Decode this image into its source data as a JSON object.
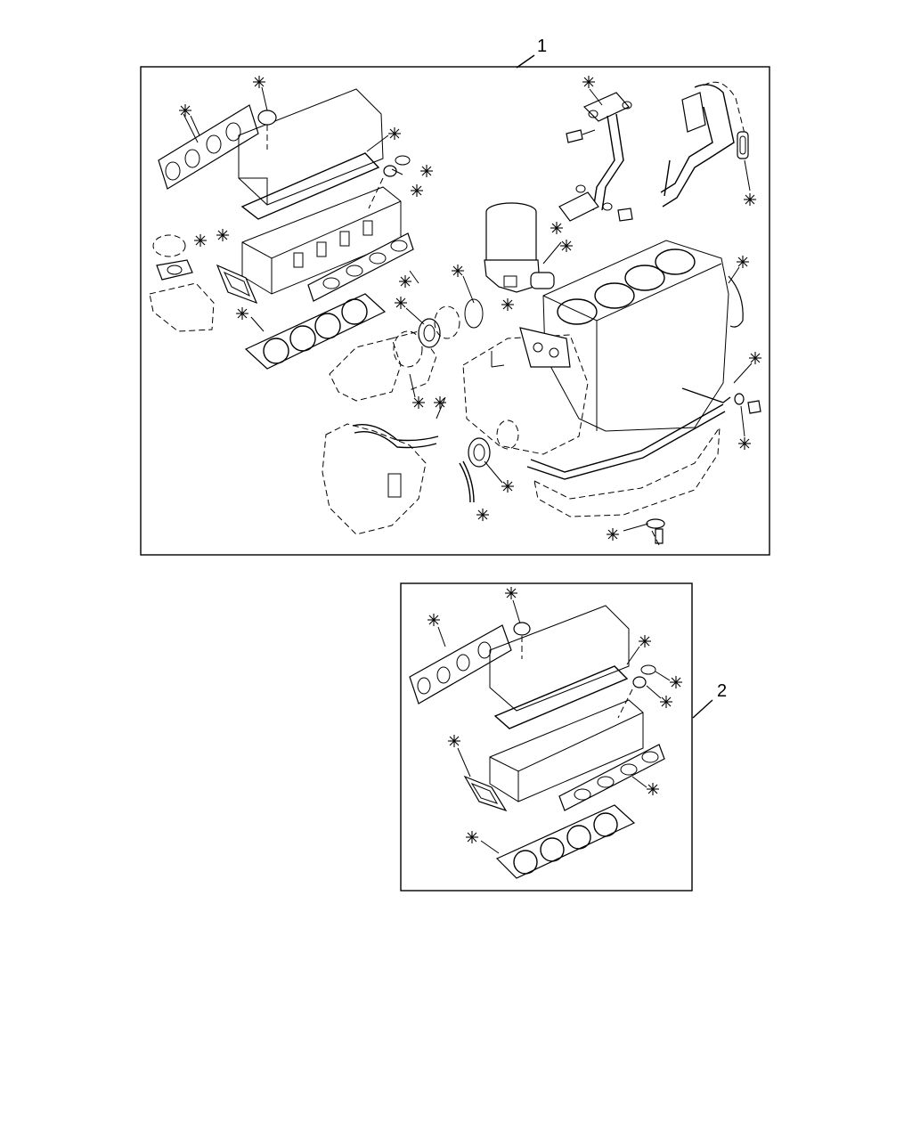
{
  "callouts": {
    "kit_1": "1",
    "kit_2": "2"
  },
  "marker_symbol": "asterisk-marker",
  "colors": {
    "line": "#000000",
    "background": "#ffffff"
  }
}
